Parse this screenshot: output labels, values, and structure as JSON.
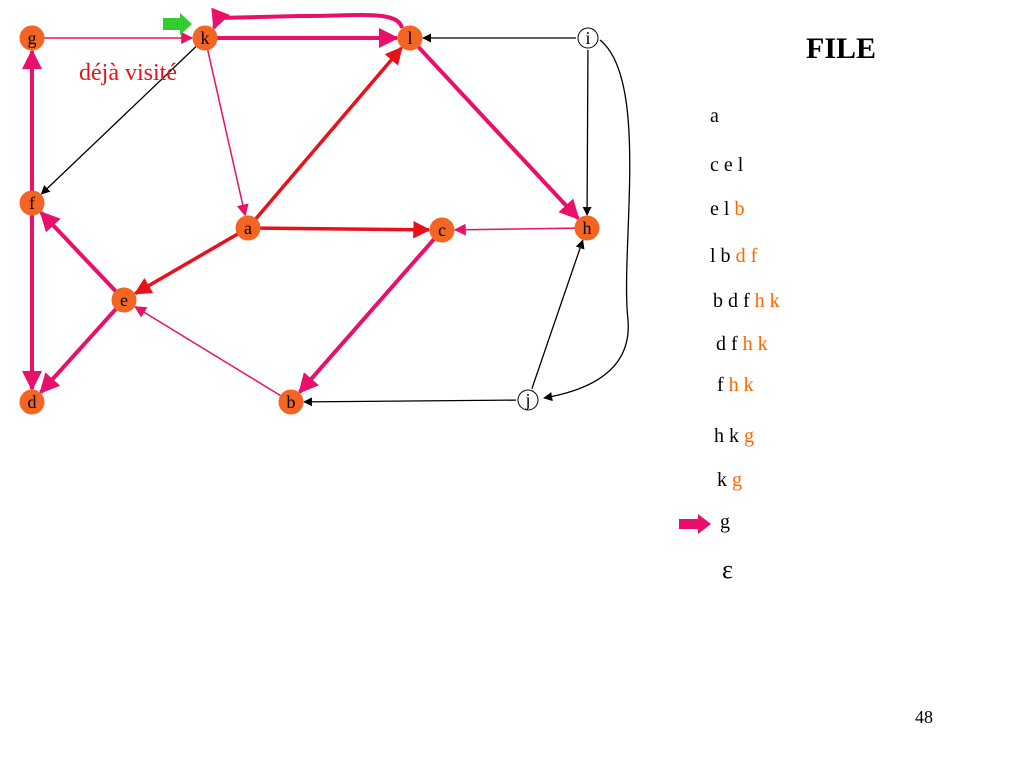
{
  "colors": {
    "visited_fill": "#f26522",
    "node_stroke": "#000000",
    "highlight_pink": "#e8106a",
    "highlight_red": "#e8111a",
    "thin_edge": "#000000",
    "new_item": "#ff6600",
    "pointer_green": "#33cc33"
  },
  "nodes": [
    {
      "id": "g",
      "label": "g",
      "visited": true
    },
    {
      "id": "k",
      "label": "k",
      "visited": true
    },
    {
      "id": "l",
      "label": "l",
      "visited": true
    },
    {
      "id": "i",
      "label": "i",
      "visited": false
    },
    {
      "id": "f",
      "label": "f",
      "visited": true
    },
    {
      "id": "a",
      "label": "a",
      "visited": true
    },
    {
      "id": "c",
      "label": "c",
      "visited": true
    },
    {
      "id": "h",
      "label": "h",
      "visited": true
    },
    {
      "id": "e",
      "label": "e",
      "visited": true
    },
    {
      "id": "d",
      "label": "d",
      "visited": true
    },
    {
      "id": "b",
      "label": "b",
      "visited": true
    },
    {
      "id": "j",
      "label": "j",
      "visited": false
    }
  ],
  "edges": [
    {
      "from": "g",
      "to": "k",
      "style": "pink-thin"
    },
    {
      "from": "k",
      "to": "l",
      "style": "pink-thick"
    },
    {
      "from": "l",
      "to": "k",
      "style": "pink-thick-curve"
    },
    {
      "from": "i",
      "to": "l",
      "style": "black"
    },
    {
      "from": "i",
      "to": "h",
      "style": "black"
    },
    {
      "from": "i",
      "to": "j",
      "style": "black-curve"
    },
    {
      "from": "k",
      "to": "f",
      "style": "black"
    },
    {
      "from": "k",
      "to": "a",
      "style": "pink-thin"
    },
    {
      "from": "a",
      "to": "l",
      "style": "red-thick"
    },
    {
      "from": "a",
      "to": "c",
      "style": "red-thick"
    },
    {
      "from": "a",
      "to": "e",
      "style": "red-thick"
    },
    {
      "from": "l",
      "to": "h",
      "style": "pink-thick"
    },
    {
      "from": "h",
      "to": "c",
      "style": "pink-thin"
    },
    {
      "from": "c",
      "to": "b",
      "style": "pink-thick"
    },
    {
      "from": "e",
      "to": "f",
      "style": "pink-thick"
    },
    {
      "from": "e",
      "to": "d",
      "style": "pink-thick"
    },
    {
      "from": "f",
      "to": "g",
      "style": "pink-thick"
    },
    {
      "from": "f",
      "to": "d",
      "style": "pink-thick"
    },
    {
      "from": "b",
      "to": "e",
      "style": "pink-thin"
    },
    {
      "from": "j",
      "to": "b",
      "style": "black"
    },
    {
      "from": "j",
      "to": "h",
      "style": "black"
    }
  ],
  "annotation": "déjà visité",
  "title": "FILE",
  "queue": [
    {
      "old": "a",
      "new": ""
    },
    {
      "old": "c e l",
      "new": ""
    },
    {
      "old": "e l",
      "new": "b"
    },
    {
      "old": "l b",
      "new": "d f"
    },
    {
      "old": "b d f",
      "new": "h k"
    },
    {
      "old": "d f",
      "new": "h k"
    },
    {
      "old": "f",
      "new": "h k"
    },
    {
      "old": "h k",
      "new": "g"
    },
    {
      "old": "k",
      "new": "g"
    },
    {
      "old": "g",
      "new": ""
    }
  ],
  "epsilon": "ε",
  "page_number": "48"
}
